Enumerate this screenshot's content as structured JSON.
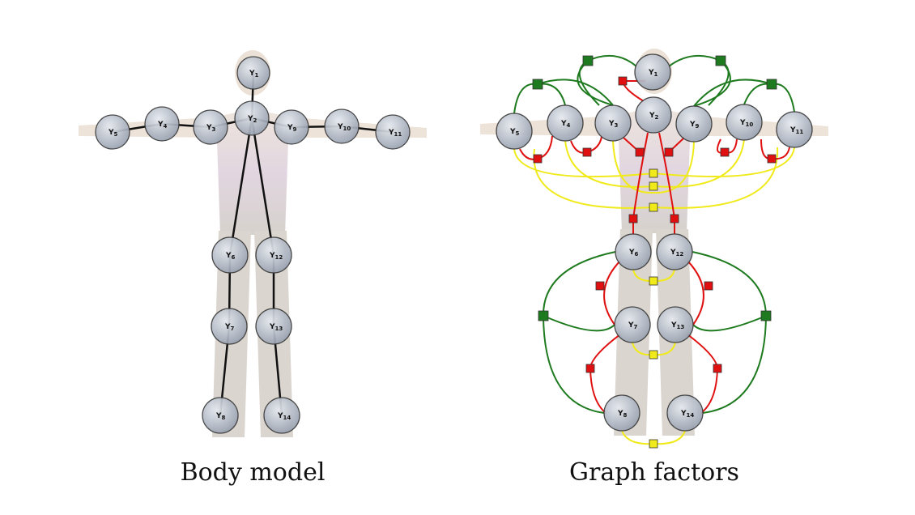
{
  "captions": {
    "left": "Body model",
    "right": "Graph factors"
  },
  "nodes": [
    {
      "id": "Y1",
      "label": "Y",
      "sub": "1"
    },
    {
      "id": "Y2",
      "label": "Y",
      "sub": "2"
    },
    {
      "id": "Y3",
      "label": "Y",
      "sub": "3"
    },
    {
      "id": "Y4",
      "label": "Y",
      "sub": "4"
    },
    {
      "id": "Y5",
      "label": "Y",
      "sub": "5"
    },
    {
      "id": "Y6",
      "label": "Y",
      "sub": "6"
    },
    {
      "id": "Y7",
      "label": "Y",
      "sub": "7"
    },
    {
      "id": "Y8",
      "label": "Y",
      "sub": "8"
    },
    {
      "id": "Y9",
      "label": "Y",
      "sub": "9"
    },
    {
      "id": "Y10",
      "label": "Y",
      "sub": "10"
    },
    {
      "id": "Y11",
      "label": "Y",
      "sub": "11"
    },
    {
      "id": "Y12",
      "label": "Y",
      "sub": "12"
    },
    {
      "id": "Y13",
      "label": "Y",
      "sub": "13"
    },
    {
      "id": "Y14",
      "label": "Y",
      "sub": "14"
    }
  ],
  "skeleton_edges": [
    [
      "Y1",
      "Y2"
    ],
    [
      "Y2",
      "Y3"
    ],
    [
      "Y3",
      "Y4"
    ],
    [
      "Y4",
      "Y5"
    ],
    [
      "Y2",
      "Y9"
    ],
    [
      "Y9",
      "Y10"
    ],
    [
      "Y10",
      "Y11"
    ],
    [
      "Y2",
      "Y6"
    ],
    [
      "Y6",
      "Y7"
    ],
    [
      "Y7",
      "Y8"
    ],
    [
      "Y2",
      "Y12"
    ],
    [
      "Y12",
      "Y13"
    ],
    [
      "Y13",
      "Y14"
    ]
  ],
  "factor_colors": {
    "node_fill": "#bcc4d0",
    "node_stroke": "#3a3a3a",
    "skeleton": "#111111",
    "green": "#1e7a1e",
    "red": "#e01010",
    "yellow": "#f0ea1a",
    "body": "#d9cfc4"
  }
}
